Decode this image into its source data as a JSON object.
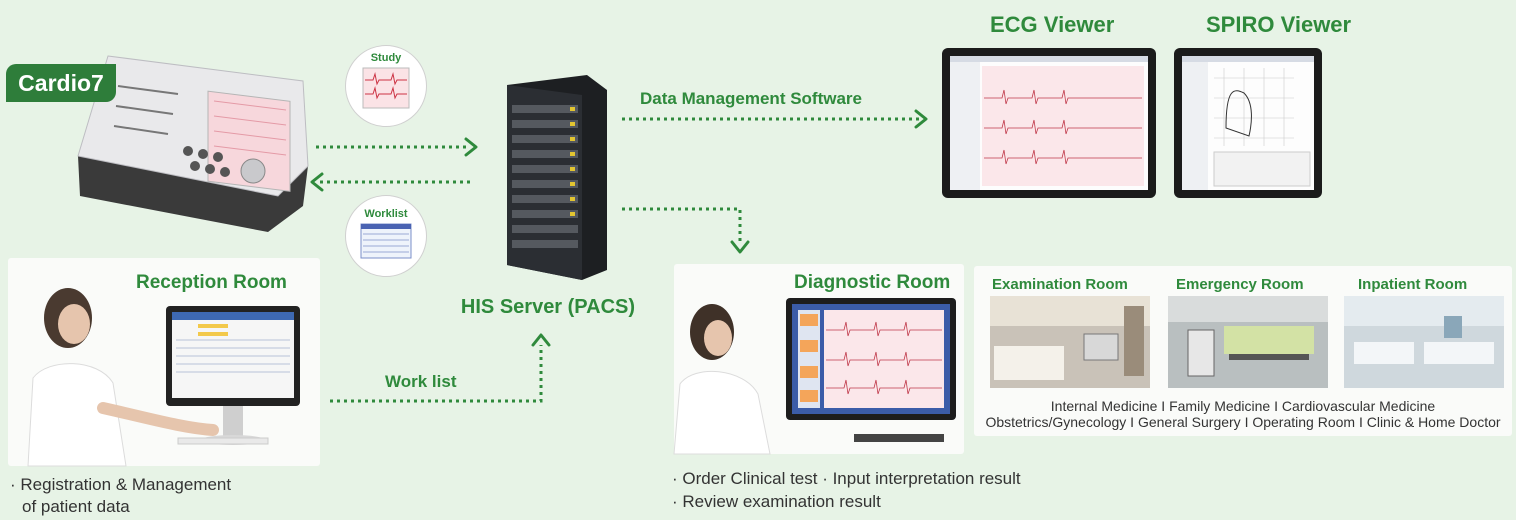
{
  "device": {
    "name": "Cardio7"
  },
  "docs": {
    "study": "Study",
    "worklist": "Worklist"
  },
  "server": {
    "label": "HIS Server (PACS)"
  },
  "flows": {
    "data_management": "Data Management Software",
    "work_list": "Work list"
  },
  "viewers": {
    "ecg": "ECG Viewer",
    "spiro": "SPIRO Viewer"
  },
  "rooms": {
    "reception": {
      "title": "Reception Room",
      "bullets": [
        "· Registration & Management",
        "of patient data"
      ]
    },
    "diagnostic": {
      "title": "Diagnostic Room",
      "bullets": [
        "· Order Clinical test · Input interpretation result",
        "· Review examination result"
      ]
    },
    "examination": "Examination Room",
    "emergency": "Emergency Room",
    "inpatient": "Inpatient Room",
    "departments": [
      "Internal Medicine I Family Medicine I Cardiovascular Medicine",
      "Obstetrics/Gynecology I General Surgery I Operating Room I Clinic & Home Doctor"
    ]
  },
  "colors": {
    "accent": "#2f8a3c",
    "background": "#e7f3e6"
  }
}
